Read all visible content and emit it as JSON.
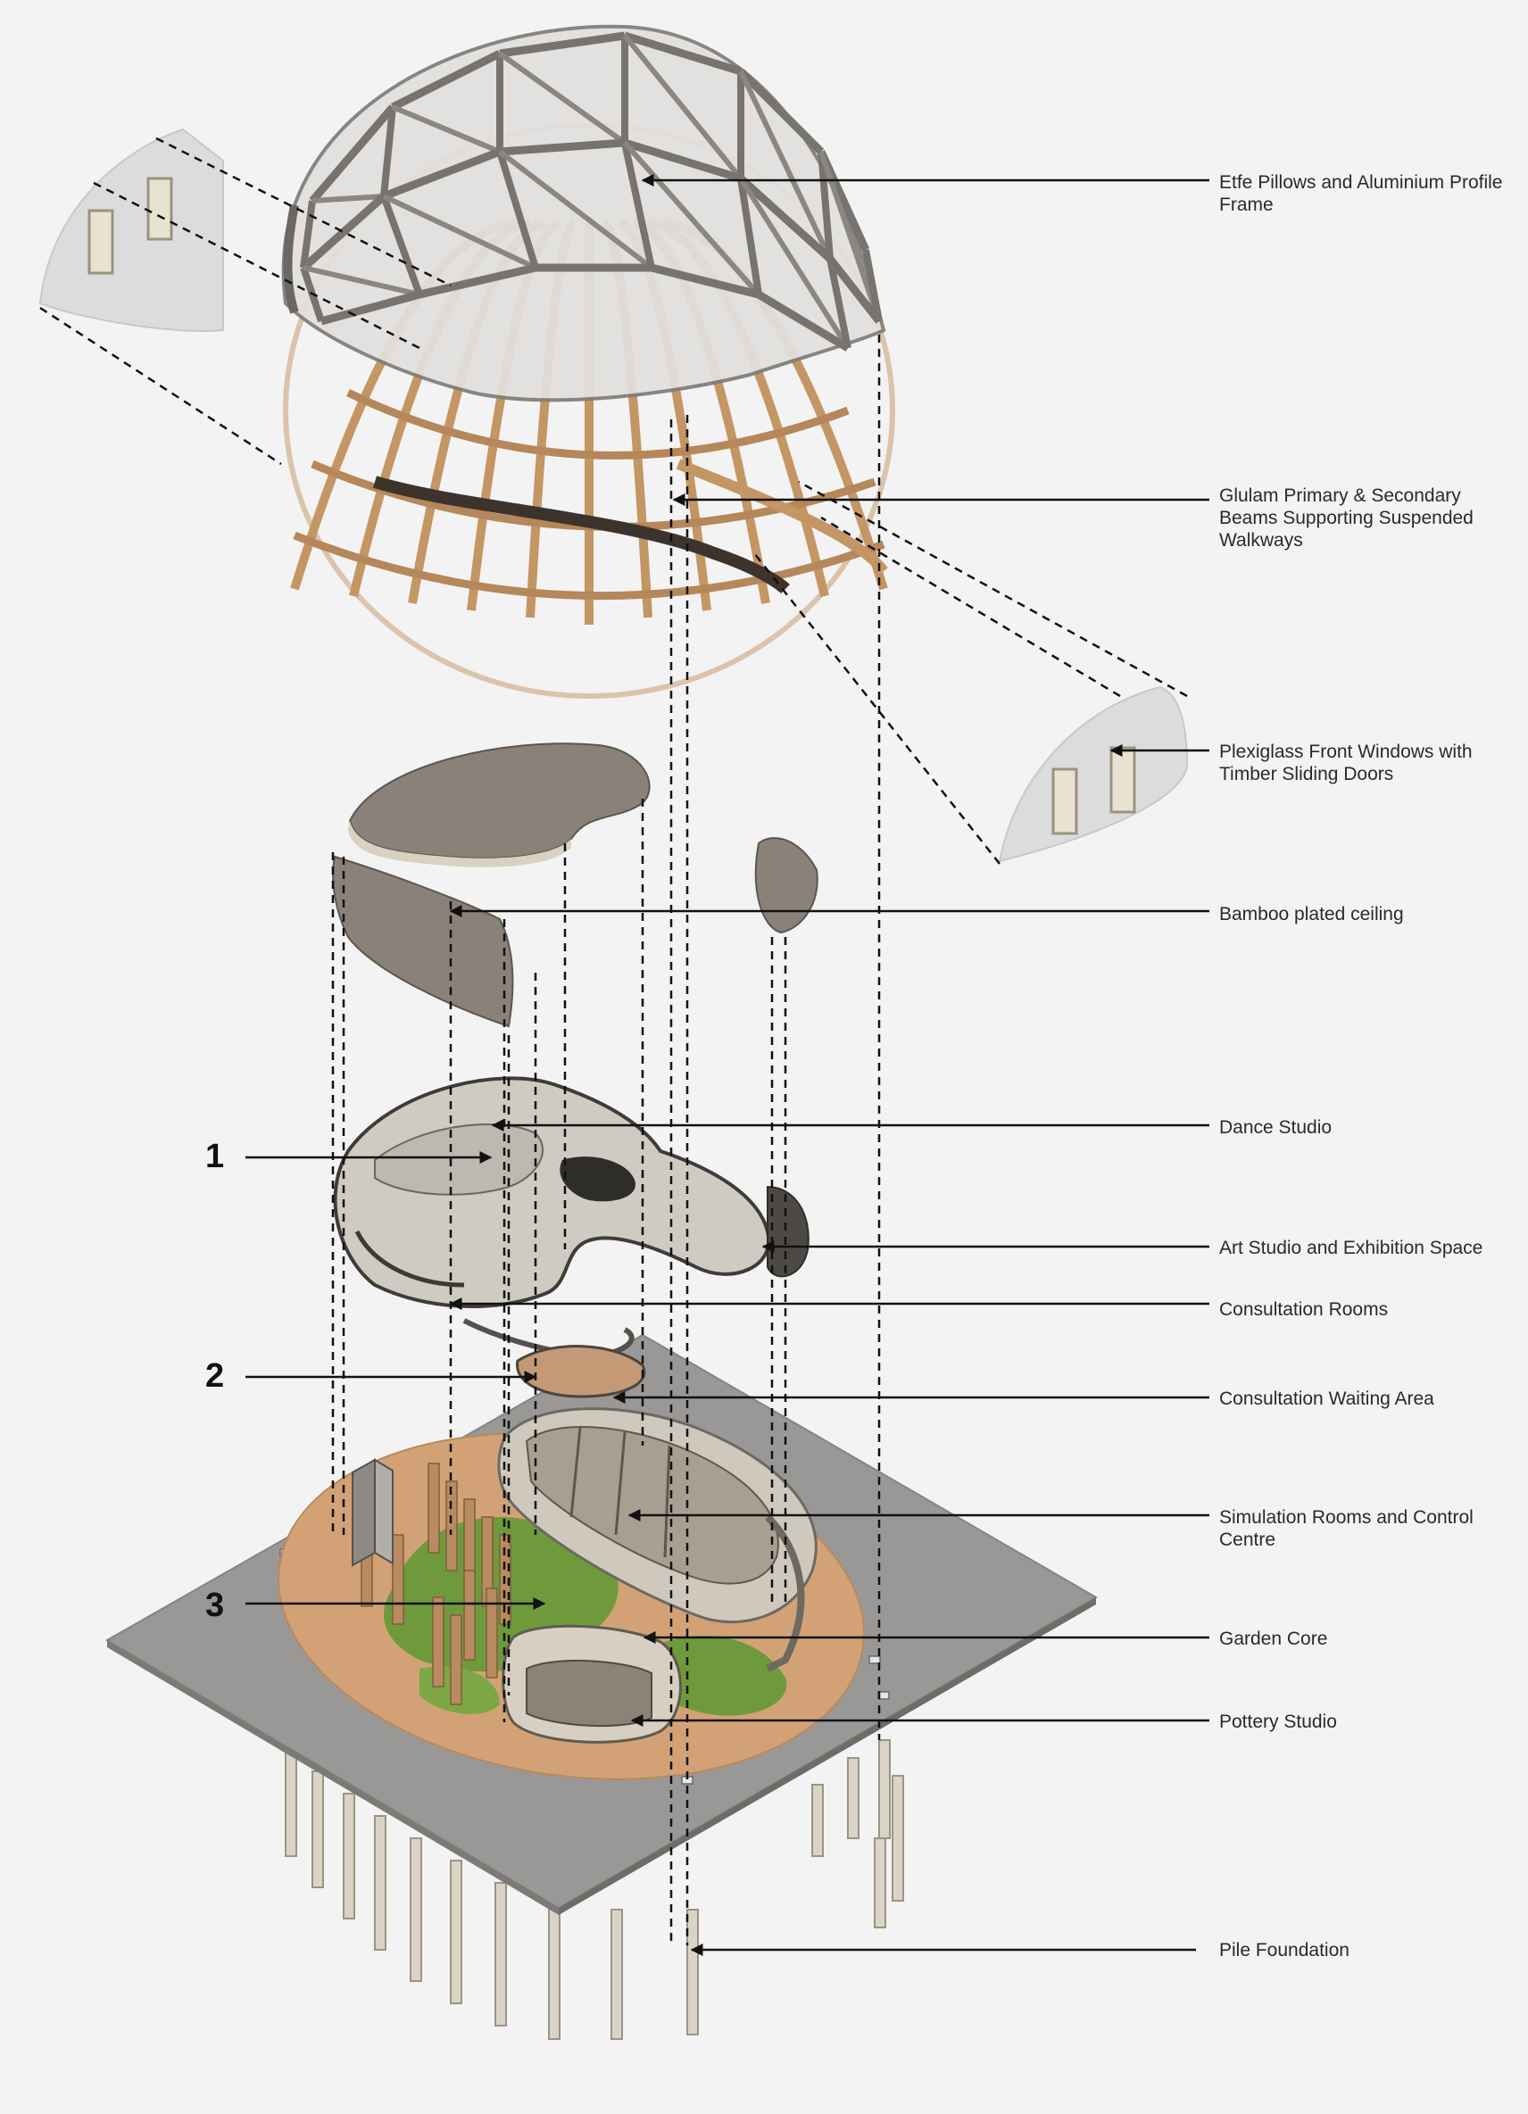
{
  "diagram": {
    "callouts": [
      {
        "id": "etfe",
        "label": "Etfe Pillows and Aluminium Profile Frame"
      },
      {
        "id": "glulam",
        "label": "Glulam Primary & Secondary Beams Supporting Suspended Walkways"
      },
      {
        "id": "plexiglass",
        "label": "Plexiglass Front Windows with Timber Sliding Doors"
      },
      {
        "id": "bamboo",
        "label": "Bamboo plated ceiling"
      },
      {
        "id": "dance",
        "label": "Dance Studio"
      },
      {
        "id": "art",
        "label": "Art Studio and Exhibition Space"
      },
      {
        "id": "consultation",
        "label": "Consultation Rooms"
      },
      {
        "id": "waiting",
        "label": "Consultation Waiting Area"
      },
      {
        "id": "simulation",
        "label": "Simulation Rooms and Control Centre"
      },
      {
        "id": "garden",
        "label": "Garden Core"
      },
      {
        "id": "pottery",
        "label": "Pottery Studio"
      },
      {
        "id": "pile",
        "label": "Pile Foundation"
      }
    ],
    "levels": [
      "1",
      "2",
      "3"
    ]
  },
  "colors": {
    "background": "#f3f3f3",
    "etfe_frame": "#77736f",
    "glulam_timber": "#c49663",
    "ceiling_bamboo": "#8a8178",
    "floor_wall": "#d8d4cc",
    "ground_slab": "#9a9896",
    "garden_sand": "#d2a276",
    "garden_grass": "#6f9a3c",
    "pile": "#d9d4c6",
    "leader_line": "#111111"
  }
}
